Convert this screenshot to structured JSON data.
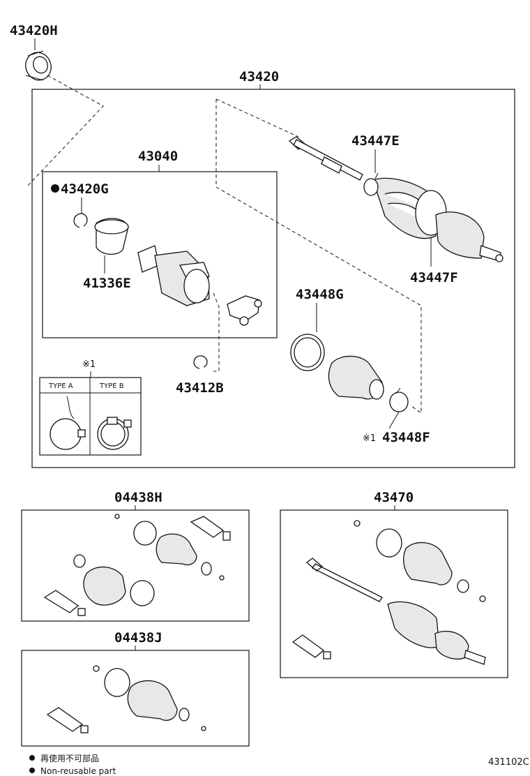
{
  "labels": {
    "p43420H": "43420H",
    "p43420": "43420",
    "p43040": "43040",
    "p43420G": "43420G",
    "p41336E": "41336E",
    "p43447E": "43447E",
    "p43447F": "43447F",
    "p43448G": "43448G",
    "p43412B": "43412B",
    "p43448F": "43448F",
    "p04438H": "04438H",
    "p43470": "43470",
    "p04438J": "04438J"
  },
  "type_note": {
    "mark": "※1",
    "type_a": "TYPE A",
    "type_b": "TYPE B",
    "ref_mark": "※1"
  },
  "legend": {
    "line1": "再使用不可部品",
    "line2": "Non-reusable part"
  },
  "figure_code": "431102C"
}
